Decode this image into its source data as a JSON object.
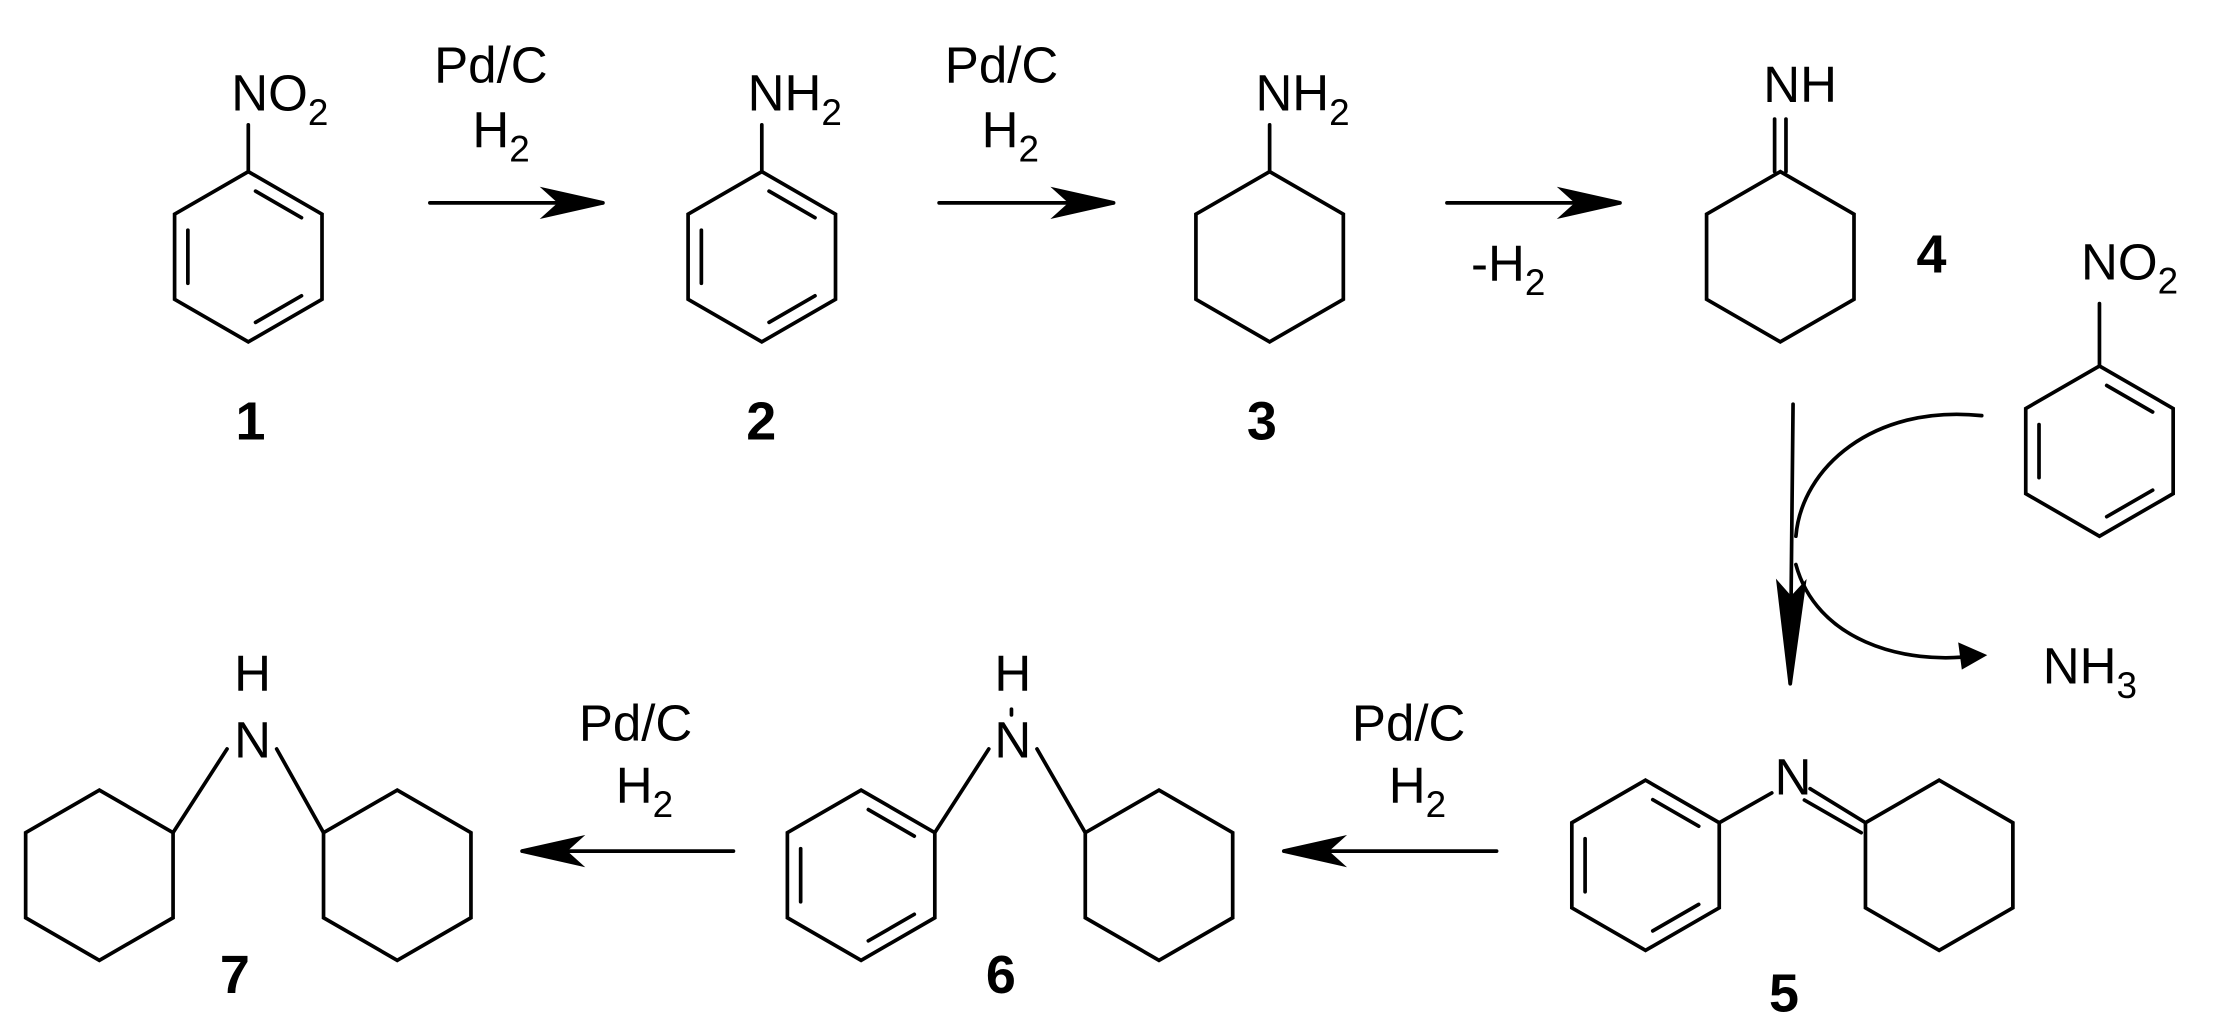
{
  "compounds": {
    "c1": {
      "number": "1",
      "group": {
        "main": "NO",
        "sub": "2"
      }
    },
    "c2": {
      "number": "2",
      "group": {
        "main": "NH",
        "sub": "2"
      }
    },
    "c3": {
      "number": "3",
      "group": {
        "main": "NH",
        "sub": "2"
      }
    },
    "c4": {
      "number": "4",
      "group": {
        "main": "NH",
        "sub": ""
      }
    },
    "nitrobenzene": {
      "group": {
        "main": "NO",
        "sub": "2"
      }
    },
    "byproduct": {
      "main": "NH",
      "sub": "3"
    },
    "c5": {
      "number": "5",
      "atom": "N"
    },
    "c6": {
      "number": "6",
      "atom": "N",
      "h": "H"
    },
    "c7": {
      "number": "7",
      "atom": "N",
      "h": "H"
    }
  },
  "arrows": {
    "a1": {
      "top": "Pd/C",
      "bottom": {
        "main": "H",
        "sub": "2"
      }
    },
    "a2": {
      "top": "Pd/C",
      "bottom": {
        "main": "H",
        "sub": "2"
      }
    },
    "a3": {
      "bottom": {
        "main": "-H",
        "sub": "2"
      }
    },
    "a4": {
      "top": "Pd/C",
      "bottom": {
        "main": "H",
        "sub": "2"
      }
    },
    "a5": {
      "top": "Pd/C",
      "bottom": {
        "main": "H",
        "sub": "2"
      }
    }
  },
  "colors": {
    "ink": "#000000",
    "background": "#ffffff"
  }
}
